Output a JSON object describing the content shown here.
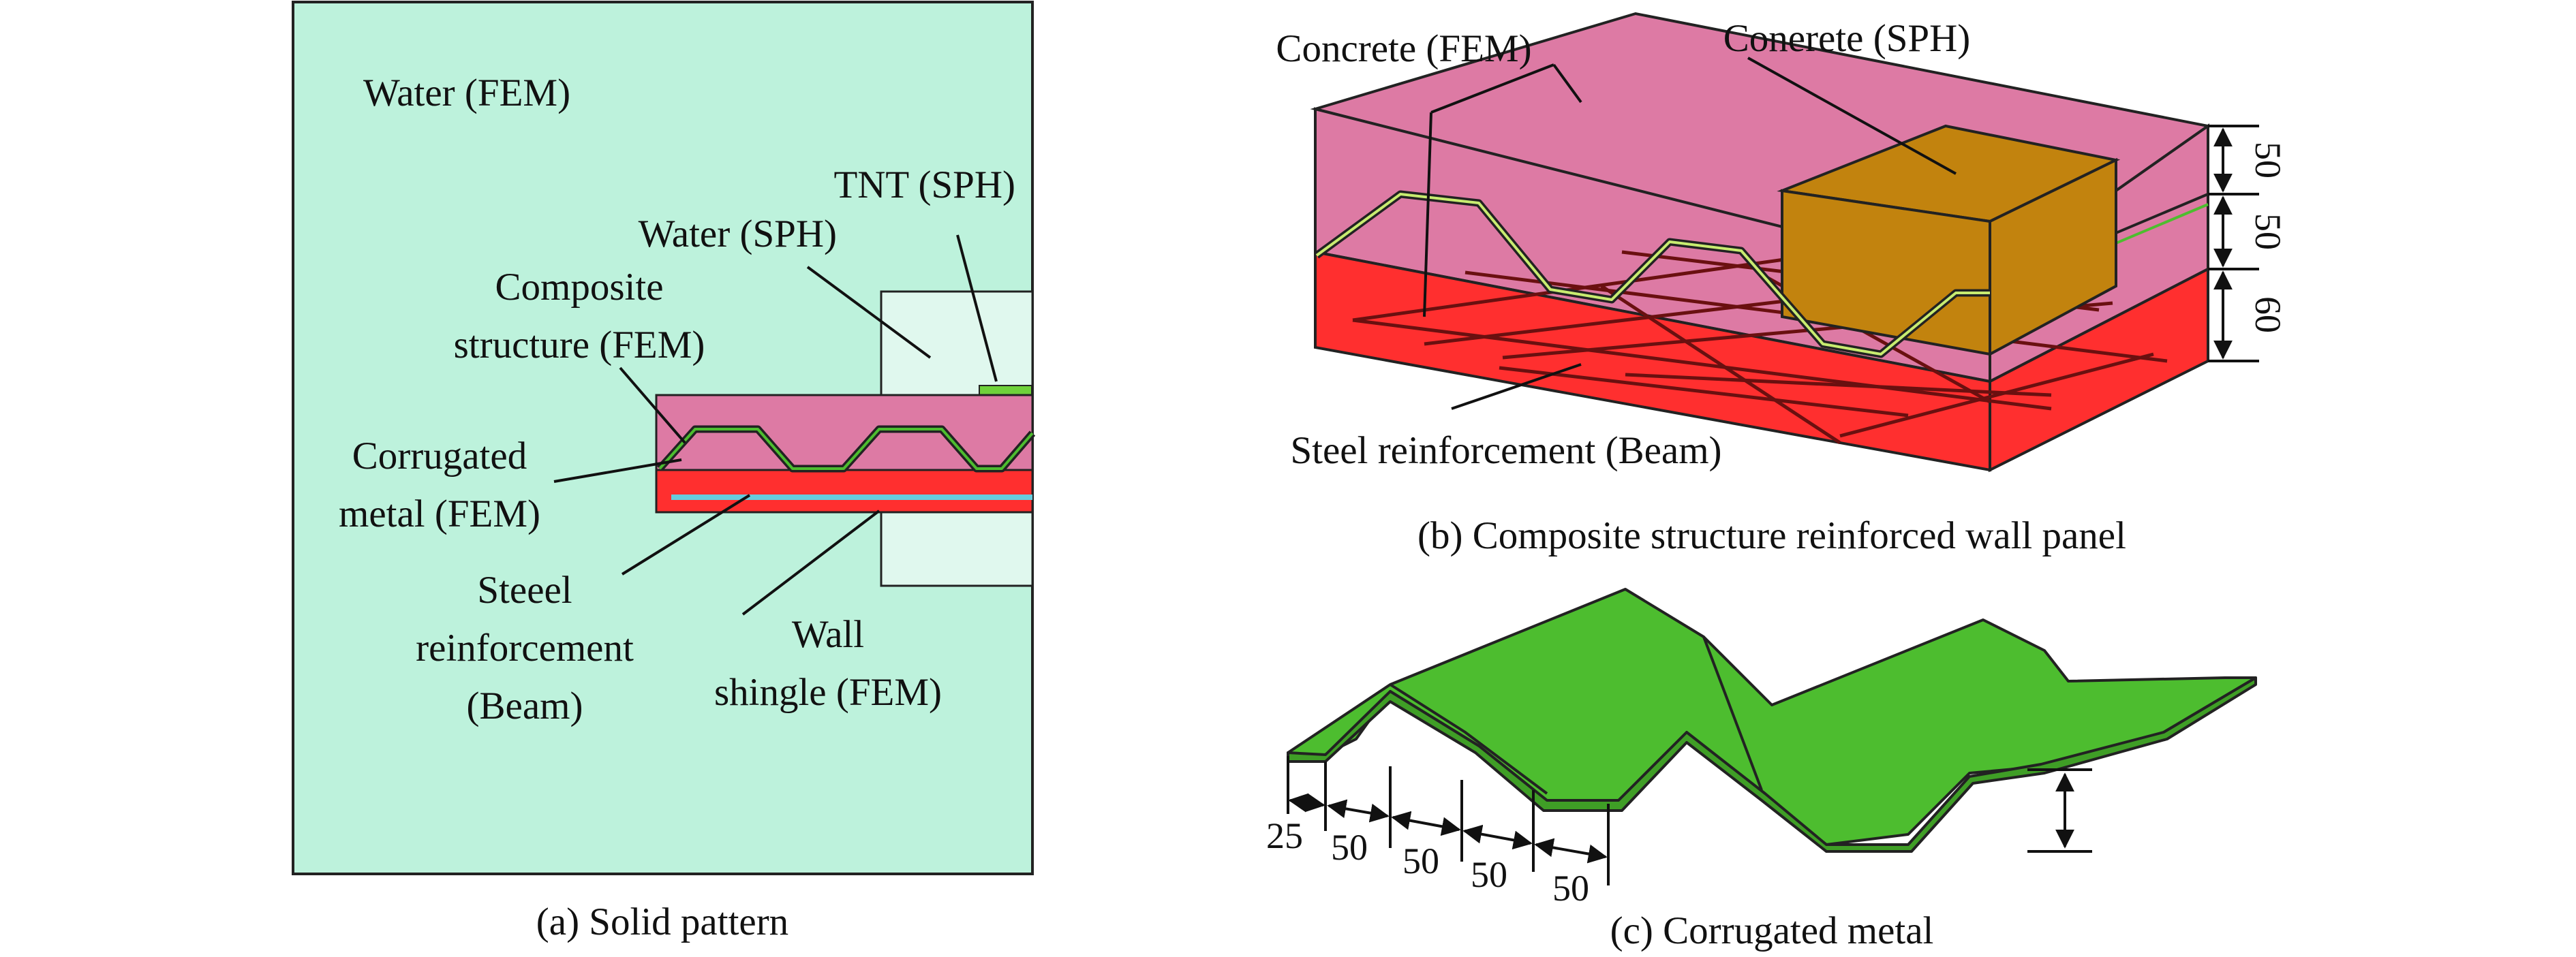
{
  "panel_a": {
    "labels": {
      "water_fem": "Water (FEM)",
      "tnt_sph": "TNT (SPH)",
      "water_sph": "Water (SPH)",
      "composite_1": "Composite",
      "composite_2": "structure (FEM)",
      "corrugated_1": "Corrugated",
      "corrugated_2": "metal (FEM)",
      "steel_1": "Steeel",
      "steel_2": "reinforcement",
      "steel_3": "(Beam)",
      "wall_1": "Wall",
      "wall_2": "shingle (FEM)"
    },
    "caption": "(a) Solid pattern"
  },
  "panel_b": {
    "labels": {
      "concrete_fem": "Concrete (FEM)",
      "concrete_sph": "Conerete (SPH)",
      "steel": "Steel reinforcement (Beam)"
    },
    "dims": [
      "50",
      "50",
      "60"
    ],
    "caption": "(b) Composite structure reinforced wall panel"
  },
  "panel_c": {
    "dims": [
      "25",
      "50",
      "50",
      "50",
      "50"
    ],
    "caption": "(c) Corrugated metal"
  },
  "colors": {
    "water": "#bdf2dc",
    "water_sph": "#e0f8ee",
    "concrete": "#dd7aa4",
    "steel_layer": "#ff2f2f",
    "sph_block": "#c2830e",
    "corrugated": "#4dbd2f",
    "rebar_line": "#66ccdd",
    "tnt": "#6fd13a"
  }
}
